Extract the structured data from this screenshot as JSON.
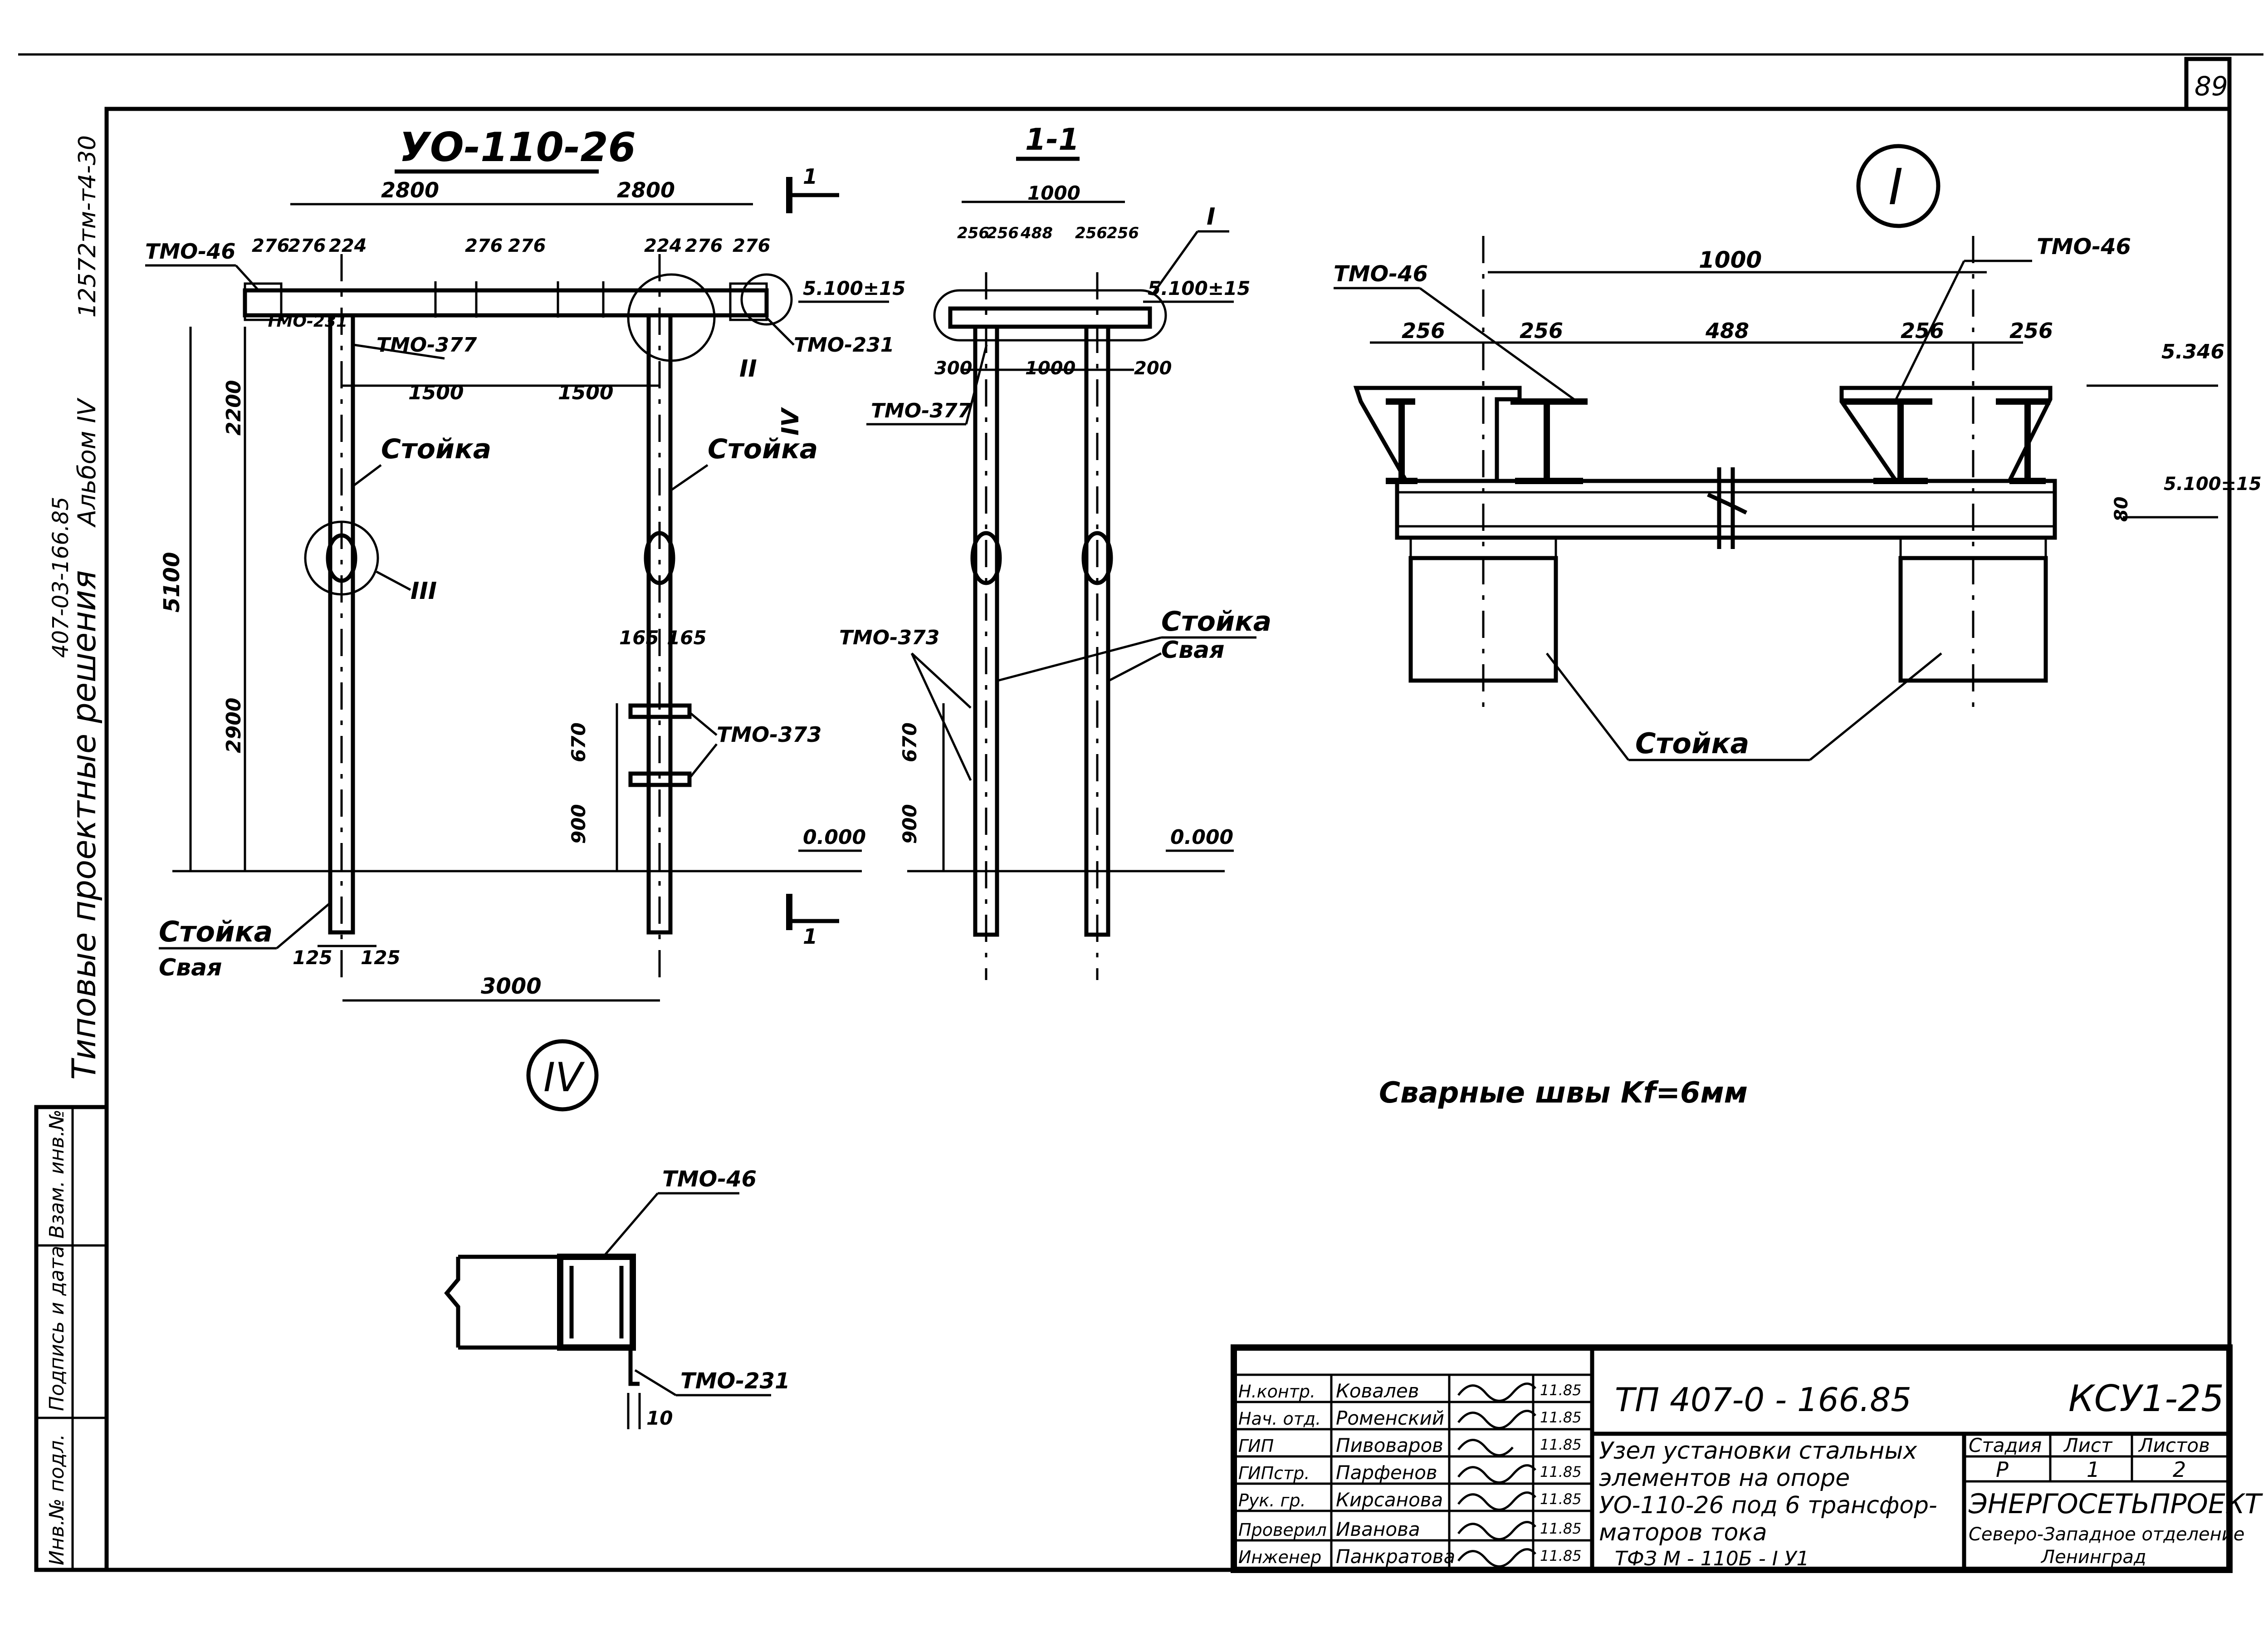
{
  "page_number": "89",
  "side": {
    "album": "12572тм-т4-30",
    "album_no": "Альбом IV",
    "project_code": "407-03-166.85",
    "series_title": "Типовые проектные решения"
  },
  "left_stamp": [
    "Инв.№ подл.",
    "Подпись и дата",
    "Взам. инв.№"
  ],
  "view_main": {
    "title": "УО-110-26",
    "dims_top": [
      "2800",
      "2800"
    ],
    "dims_small": [
      "276",
      "276",
      "224",
      "276",
      "276",
      "224",
      "276",
      "276"
    ],
    "dims_mid": [
      "1500",
      "1500"
    ],
    "dims_vert": [
      "2200",
      "5100",
      "2900",
      "670",
      "900"
    ],
    "dims_bottom": [
      "125",
      "125",
      "3000"
    ],
    "dims_sleeve": [
      "165",
      "165"
    ],
    "labels": {
      "tmo46": "ТМО-46",
      "tmo231a": "ТМО-231",
      "tmo377": "ТМО-377",
      "tmo231b": "ТМО-231",
      "tmo373": "ТМО-373",
      "stoika1": "Стойка",
      "stoika2": "Стойка",
      "stoika_bottom": "Стойка",
      "svaya": "Свая",
      "elev_top": "5.100±15",
      "elev_zero": "0.000",
      "node2": "II",
      "node3": "III",
      "node4": "IV",
      "section_mark": "1"
    }
  },
  "view_section": {
    "title": "1-1",
    "dims": [
      "1000",
      "256",
      "256",
      "488",
      "256",
      "256",
      "300",
      "1000",
      "200",
      "670",
      "900"
    ],
    "labels": {
      "node1": "I",
      "elev_top": "5.100±15",
      "tmo377": "ТМО-377",
      "tmo373": "ТМО-373",
      "stoika": "Стойка",
      "svaya": "Свая",
      "elev_zero": "0.000"
    }
  },
  "detail_I": {
    "title": "I",
    "tmo46_left": "ТМО-46",
    "tmo46_right": "ТМО-46",
    "dims": [
      "1000",
      "256",
      "256",
      "488",
      "256",
      "256",
      "80"
    ],
    "elev_a": "5.346",
    "elev_b": "5.100±15",
    "stoika": "Стойка"
  },
  "weld_note": "Сварные швы Kf=6мм",
  "detail_IV": {
    "title": "IV",
    "tmo46": "ТМО-46",
    "tmo231": "ТМО-231",
    "dim": "10"
  },
  "title_block": {
    "roles": [
      "Н.контр.",
      "Нач. отд.",
      "ГИП",
      "ГИПстр.",
      "Рук. гр.",
      "Проверил",
      "Инженер"
    ],
    "names": [
      "Ковалев",
      "Роменский",
      "Пивоваров",
      "Парфенов",
      "Кирсанова",
      "Иванова",
      "Панкратова"
    ],
    "date_short": "11.85",
    "code": "ТП 407-0 - 166.85",
    "sheet_code": "КСУ1-25",
    "description": [
      "Узел установки стальных",
      "элементов на опоре",
      "УО-110-26 под 6 трансфор-",
      "маторов тока",
      "ТФЗ М - 110Б - I У1"
    ],
    "stage_h": "Стадия",
    "sheet_h": "Лист",
    "sheets_h": "Листов",
    "stage": "Р",
    "sheet": "1",
    "sheets": "2",
    "org": "ЭНЕРГОСЕТЬПРОЕКТ",
    "org_sub": "Северо-Западное отделение",
    "city": "Ленинград"
  }
}
